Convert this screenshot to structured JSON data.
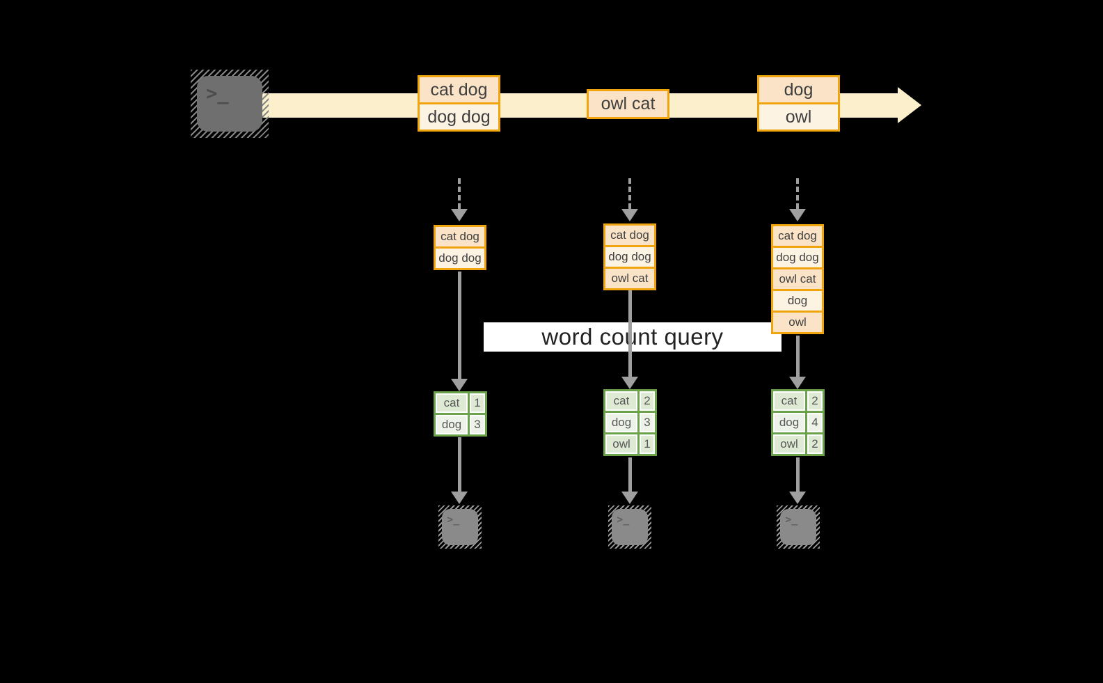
{
  "query_label": "word count query",
  "terminal_prompt": ">_",
  "colors": {
    "background": "#000000",
    "stream_band": "#fbf0cb",
    "event_box_border": "#f0a40e",
    "event_fill_dark": "#fae3c6",
    "event_fill_light": "#fdf3e2",
    "table_border": "#6aa34c",
    "table_fill_dark": "#dfead4",
    "table_fill_light": "#eef3e9",
    "arrow_gray": "#9f9f9f",
    "terminal_gray": "#8a8a8a"
  },
  "stream_events": [
    {
      "rows": [
        "cat dog",
        "dog dog"
      ]
    },
    {
      "rows": [
        "owl cat"
      ]
    },
    {
      "rows": [
        "dog",
        "owl"
      ]
    }
  ],
  "columns": [
    {
      "buffer": [
        "cat dog",
        "dog dog"
      ],
      "counts": [
        {
          "word": "cat",
          "count": "1"
        },
        {
          "word": "dog",
          "count": "3"
        }
      ]
    },
    {
      "buffer": [
        "cat dog",
        "dog dog",
        "owl cat"
      ],
      "counts": [
        {
          "word": "cat",
          "count": "2"
        },
        {
          "word": "dog",
          "count": "3"
        },
        {
          "word": "owl",
          "count": "1"
        }
      ]
    },
    {
      "buffer": [
        "cat dog",
        "dog dog",
        "owl cat",
        "dog",
        "owl"
      ],
      "counts": [
        {
          "word": "cat",
          "count": "2"
        },
        {
          "word": "dog",
          "count": "4"
        },
        {
          "word": "owl",
          "count": "2"
        }
      ]
    }
  ]
}
